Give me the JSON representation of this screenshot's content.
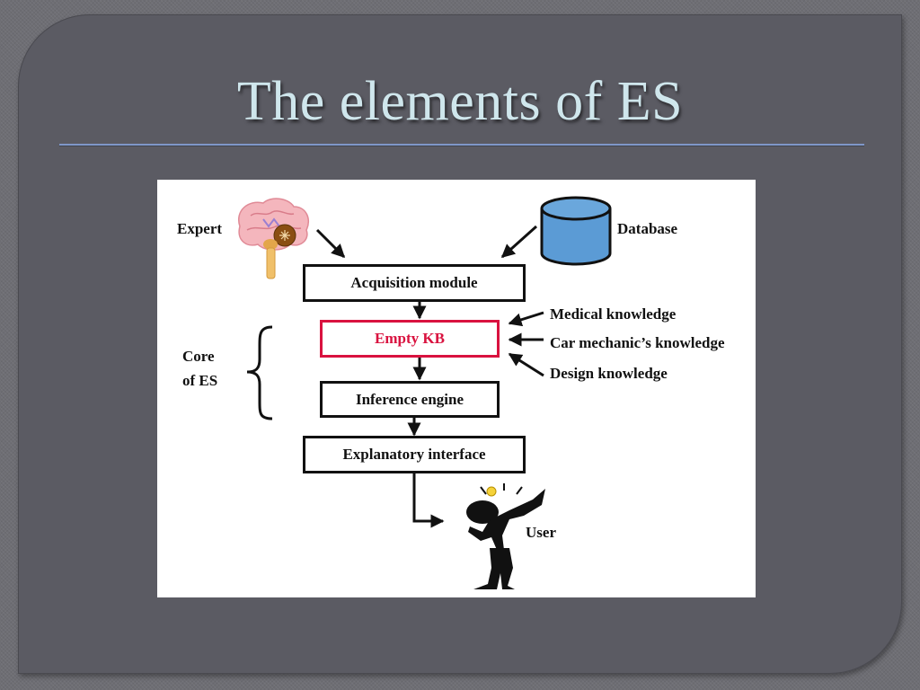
{
  "slide": {
    "title": "The elements of ES"
  },
  "diagram": {
    "expert_label": "Expert",
    "database_label": "Database",
    "acquisition_module": "Acquisition module",
    "empty_kb": "Empty KB",
    "inference_engine": "Inference engine",
    "explanatory_interface": "Explanatory interface",
    "core_label_line1": "Core",
    "core_label_line2": "of ES",
    "knowledge_sources": [
      "Medical knowledge",
      "Car mechanic’s knowledge",
      "Design knowledge"
    ],
    "user_label": "User",
    "kb_color": "#d9123f",
    "database_color": "#5b9bd5"
  }
}
